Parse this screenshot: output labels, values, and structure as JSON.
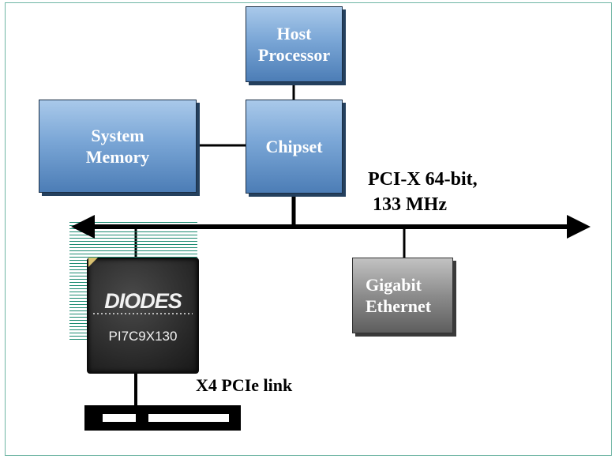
{
  "diagram": {
    "host_processor": "Host\nProcessor",
    "system_memory": "System\nMemory",
    "chipset": "Chipset",
    "bus_label_line1": "PCI-X 64-bit,",
    "bus_label_line2": "133 MHz",
    "gigabit_ethernet": "Gigabit\nEthernet",
    "chip_brand": "DIODES",
    "chip_part": "PI7C9X130",
    "pcie_link_label": "X4 PCIe link"
  },
  "colors": {
    "box_blue": "#7aa6d6",
    "box_gray": "#8c8c8c",
    "frame": "#6fb5a4",
    "bus": "#000000"
  }
}
